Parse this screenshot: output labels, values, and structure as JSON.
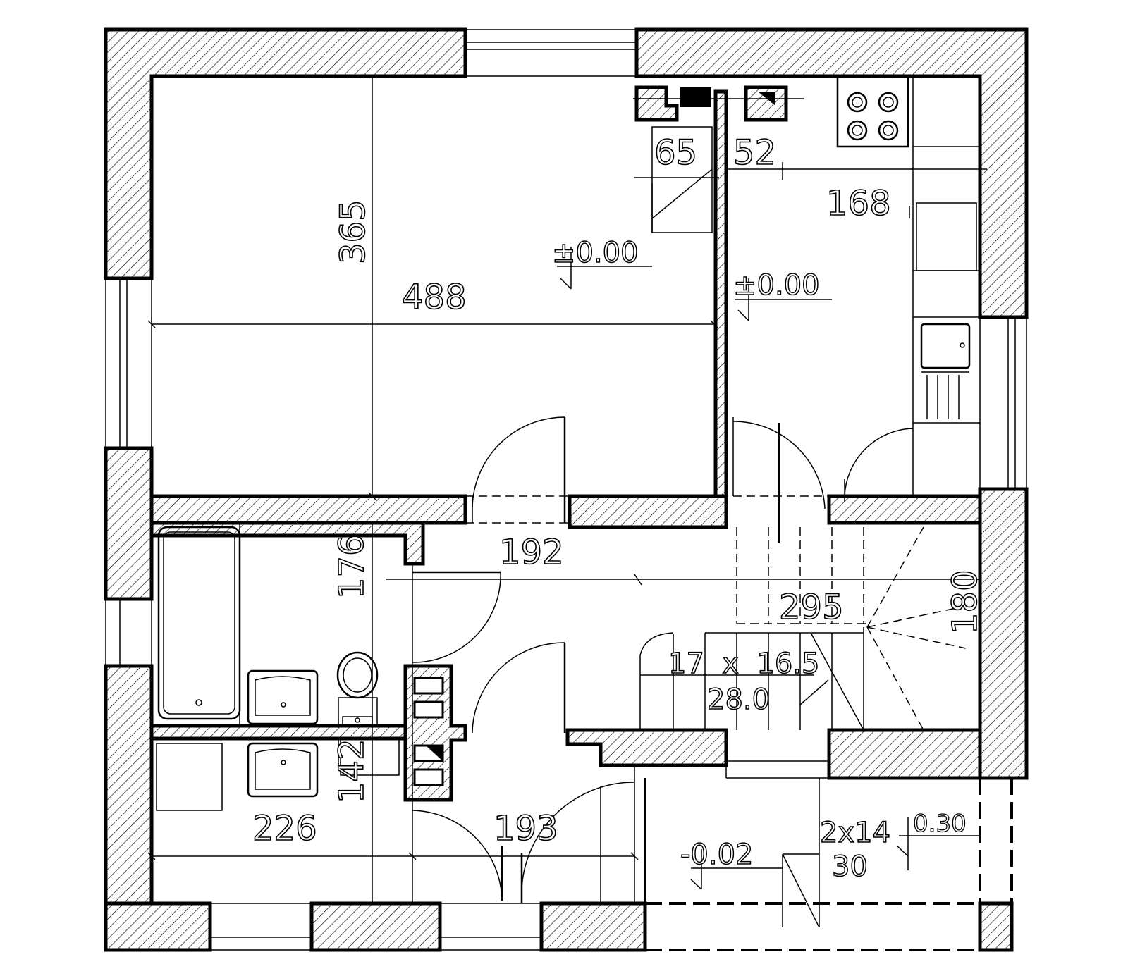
{
  "dimensions": {
    "living_height": "365",
    "living_width": "488",
    "niche_65": "65",
    "niche_52": "52",
    "kitchen_width": "168",
    "hall_192": "192",
    "hall_295": "295",
    "stair_180": "180",
    "bathroom_176": "176",
    "wc_142": "142",
    "wc_226": "226",
    "entry_193": "193"
  },
  "levels": {
    "living": "±0.00",
    "kitchen": "±0.00",
    "entrance": "-0.02",
    "terrace": "0.30"
  },
  "stairs": {
    "steps": "17  x  16.5",
    "tread": "28.0"
  },
  "entrance_steps": {
    "count": "2x14",
    "tread": "30"
  }
}
